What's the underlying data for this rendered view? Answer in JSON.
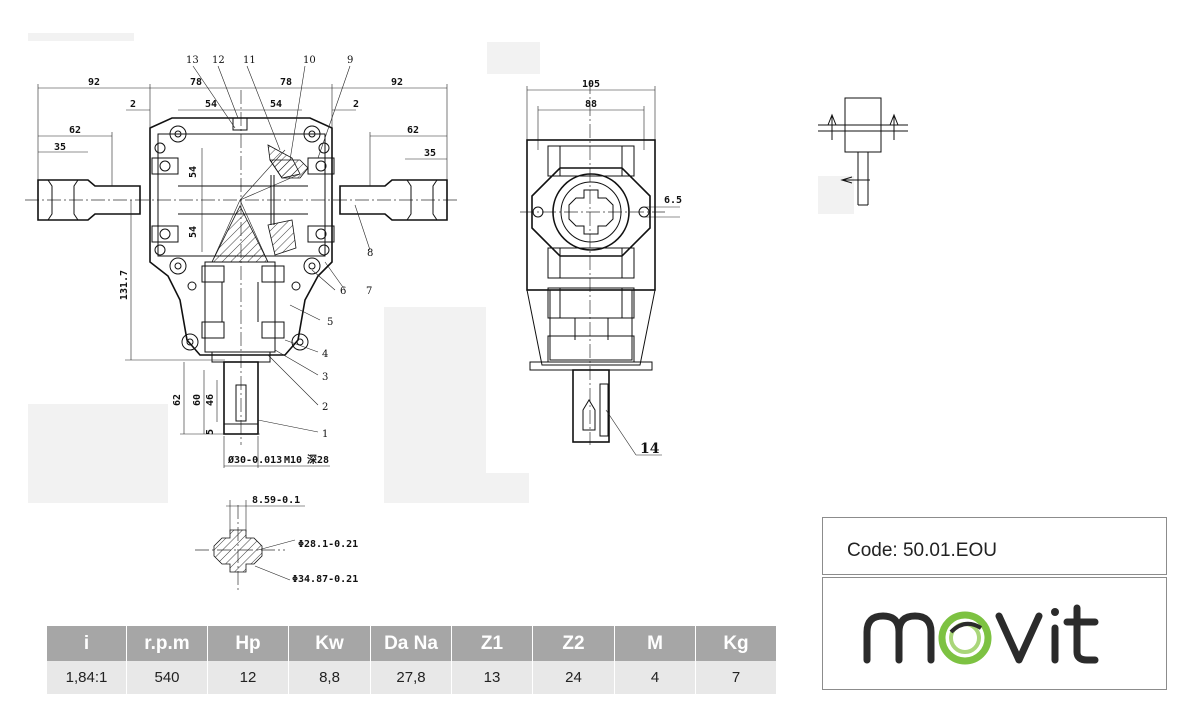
{
  "product": {
    "code_text": "Code: 50.01.EOU",
    "brand": "movit"
  },
  "drawing": {
    "front_view_dims": [
      "92",
      "78",
      "78",
      "92",
      "54",
      "54",
      "2",
      "2",
      "62",
      "62",
      "35",
      "35",
      "54",
      "54",
      "131.7",
      "62",
      "60",
      "46",
      "5"
    ],
    "callouts": [
      "13",
      "12",
      "11",
      "10",
      "9",
      "8",
      "7",
      "6",
      "5",
      "4",
      "3",
      "2",
      "1",
      "14"
    ],
    "shaft_notes": {
      "diameter": "Ø30-0.013",
      "thread": "M10",
      "depth": "深28"
    },
    "side_view_dims": [
      "105",
      "88",
      "6.5"
    ],
    "spline_section": {
      "keyway": "8.59-0.1",
      "inner_dia": "Φ28.1-0.21",
      "outer_dia": "Φ34.87-0.21"
    }
  },
  "spec_table": {
    "headers": [
      "i",
      "r.p.m",
      "Hp",
      "Kw",
      "Da Na",
      "Z1",
      "Z2",
      "M",
      "Kg"
    ],
    "rows": [
      [
        "1,84:1",
        "540",
        "12",
        "8,8",
        "27,8",
        "13",
        "24",
        "4",
        "7"
      ]
    ]
  },
  "colors": {
    "table_header_bg": "#a6a6a6",
    "table_row_bg": "#e8e8e8",
    "logo_dark": "#2b2b2b",
    "logo_green": "#7dc242"
  }
}
